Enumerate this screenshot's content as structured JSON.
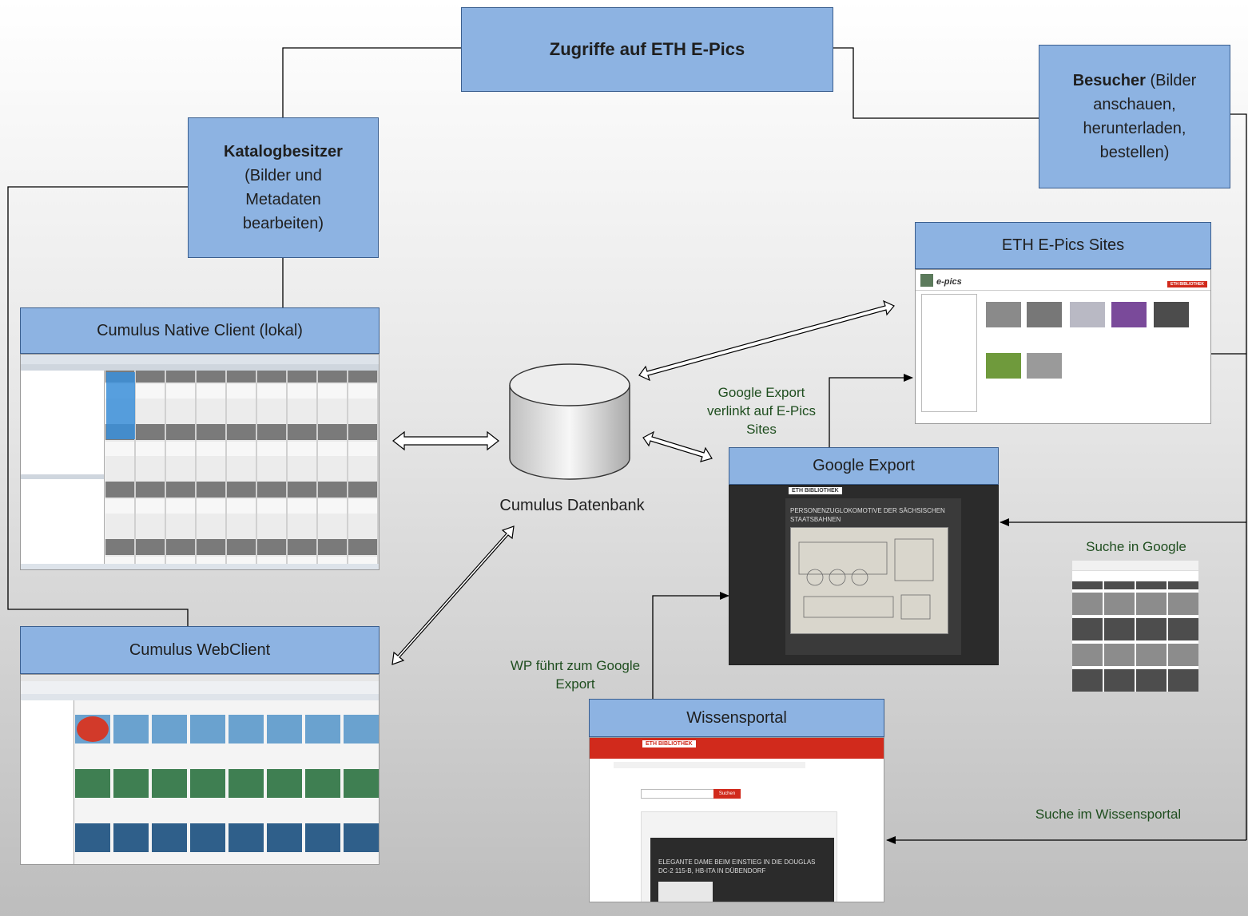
{
  "title": "Zugriffe auf ETH E-Pics",
  "owner": {
    "bold": "Katalogbesitzer",
    "rest": "(Bilder und Metadaten bearbeiten)"
  },
  "visitor": {
    "bold": "Besucher",
    "rest": "(Bilder anschauen, herunterladen, bestellen)"
  },
  "native_client": {
    "title": "Cumulus Native Client (lokal)"
  },
  "web_client": {
    "title": "Cumulus WebClient"
  },
  "database": {
    "label": "Cumulus Datenbank"
  },
  "epics_sites": {
    "title": "ETH E-Pics Sites",
    "logo_text": "e-pics",
    "brand": "ETH BIBLIOTHEK"
  },
  "google_export": {
    "title": "Google Export",
    "brand": "ETH BIBLIOTHEK",
    "heading": "PERSONENZUGLOKOMOTIVE DER SÄCHSISCHEN STAATSBAHNEN"
  },
  "wissensportal": {
    "title": "Wissensportal",
    "brand": "ETH BIBLIOTHEK",
    "search_button": "Suchen",
    "heading": "ELEGANTE DAME BEIM EINSTIEG IN DIE DOUGLAS DC-2 115-B, HB-ITA IN DÜBENDORF"
  },
  "labels": {
    "google_export_link": "Google Export verlinkt auf E-Pics Sites",
    "wp_to_google": "WP führt zum Google Export",
    "search_google": "Suche in Google",
    "search_wissensportal": "Suche im Wissensportal"
  },
  "colors": {
    "box_fill": "#8db3e2",
    "box_border": "#3b5f8f",
    "eth_red": "#d12a1c",
    "dark_page": "#2b2b2b",
    "label_green": "#1f4e1f"
  }
}
